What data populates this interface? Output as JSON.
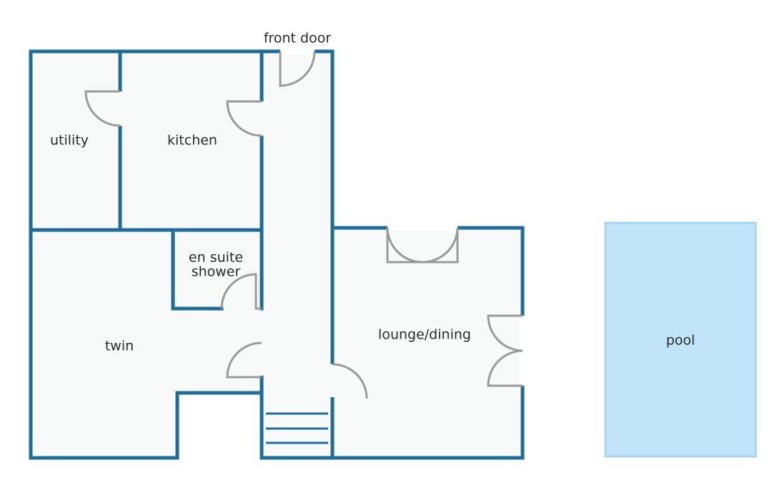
{
  "labels": {
    "front_door": "front door",
    "utility": "utility",
    "kitchen": "kitchen",
    "en_suite_line1": "en suite",
    "en_suite_line2": "shower",
    "twin": "twin",
    "lounge_dining": "lounge/dining",
    "pool": "pool"
  },
  "colors": {
    "wall": "#1f6b9a",
    "floor": "#f8f9f9",
    "door": "#9a9a9a",
    "pool_fill": "#c2e4f8",
    "pool_border": "#a6d4ef",
    "text": "#2a2a2a"
  }
}
